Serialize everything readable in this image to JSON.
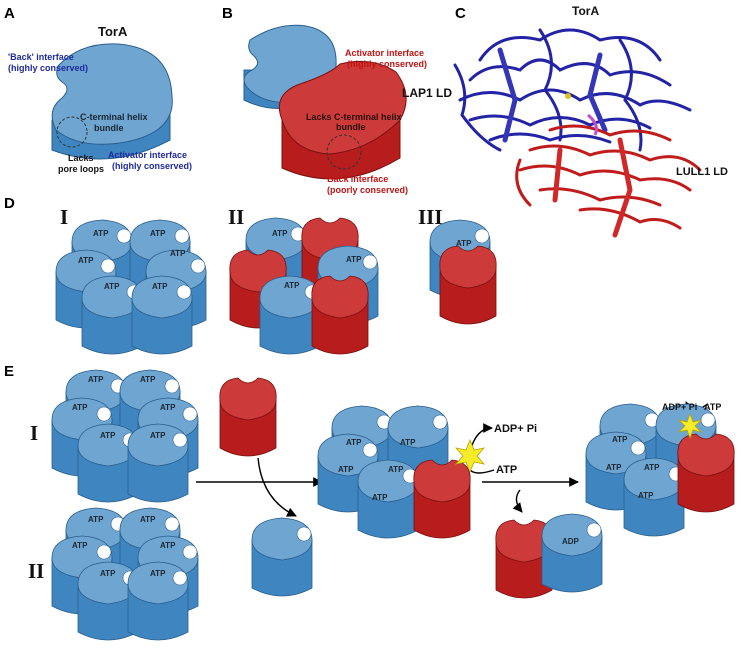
{
  "colors": {
    "blue_top": "#6fa6d1",
    "blue_side": "#3f86c0",
    "red_top": "#cc3a3a",
    "red_side": "#b71d1d",
    "navy": "#1f2a9c",
    "dark_red": "#c01414",
    "highlight": "#f6ec2a"
  },
  "panels": {
    "a": "A",
    "b": "B",
    "c": "C",
    "d": "D",
    "e": "E"
  },
  "panel_a": {
    "title": "TorA",
    "back_interface": "'Back' interface",
    "back_conserved": "(highly conserved)",
    "helix_1": "C-terminal helix",
    "helix_2": "bundle",
    "lacks_1": "Lacks",
    "lacks_2": "pore loops",
    "act_interface": "Activator interface",
    "act_conserved": "(highly conserved)"
  },
  "panel_b": {
    "act_interface": "Activator interface",
    "act_conserved": "(highly conserved)",
    "protein": "LAP1 LD",
    "lacks_1": "Lacks C-terminal helix",
    "lacks_2": "bundle",
    "back_interface": "'Back'interface",
    "back_conserved": "(poorly conserved)"
  },
  "panel_c": {
    "tora": "TorA",
    "lull1": "LULL1 LD"
  },
  "panel_d": {
    "I": "I",
    "II": "II",
    "III": "III"
  },
  "panel_e": {
    "I": "I",
    "II": "II",
    "adp_pi": "ADP+ Pi",
    "atp": "ATP",
    "adp_pi_small": "ADP+ Pi",
    "adp": "ADP"
  },
  "nucleotide": "ATP"
}
